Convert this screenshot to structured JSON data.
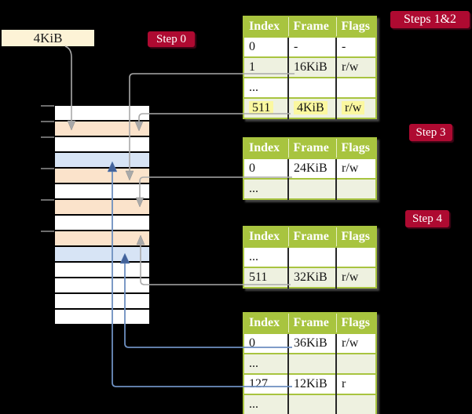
{
  "scene": {
    "size_label": "4KiB",
    "badges": {
      "step0": "Step 0",
      "steps12": "Steps 1&2",
      "step3": "Step 3",
      "step4": "Step 4"
    },
    "memory_rows": [
      "white",
      "orange",
      "white",
      "blue",
      "orange",
      "white",
      "orange",
      "white",
      "orange",
      "blue",
      "white",
      "white",
      "white",
      "white"
    ],
    "tables": [
      {
        "title": "page table referenced in steps 1 and 2",
        "headers": [
          "Index",
          "Frame",
          "Flags"
        ],
        "rows": [
          {
            "cells": [
              "0",
              "-",
              "-"
            ],
            "shade": false,
            "highlight": false
          },
          {
            "cells": [
              "1",
              "16KiB",
              "r/w"
            ],
            "shade": true,
            "highlight": false
          },
          {
            "cells": [
              "...",
              "",
              ""
            ],
            "shade": false,
            "highlight": false
          },
          {
            "cells": [
              "511",
              "4KiB",
              "r/w"
            ],
            "shade": true,
            "highlight": true
          }
        ]
      },
      {
        "title": "page table referenced in step 3",
        "headers": [
          "Index",
          "Frame",
          "Flags"
        ],
        "rows": [
          {
            "cells": [
              "0",
              "24KiB",
              "r/w"
            ],
            "shade": false,
            "highlight": false
          },
          {
            "cells": [
              "...",
              "",
              ""
            ],
            "shade": true,
            "highlight": false
          }
        ]
      },
      {
        "title": "page table referenced in step 4",
        "headers": [
          "Index",
          "Frame",
          "Flags"
        ],
        "rows": [
          {
            "cells": [
              "...",
              "",
              ""
            ],
            "shade": false,
            "highlight": false
          },
          {
            "cells": [
              "511",
              "32KiB",
              "r/w"
            ],
            "shade": true,
            "highlight": false
          }
        ]
      },
      {
        "title": "final level page table",
        "headers": [
          "Index",
          "Frame",
          "Flags"
        ],
        "rows": [
          {
            "cells": [
              "0",
              "36KiB",
              "r/w"
            ],
            "shade": false,
            "highlight": false
          },
          {
            "cells": [
              "...",
              "",
              ""
            ],
            "shade": true,
            "highlight": false
          },
          {
            "cells": [
              "127",
              "12KiB",
              "r"
            ],
            "shade": false,
            "highlight": false
          },
          {
            "cells": [
              "...",
              "",
              ""
            ],
            "shade": true,
            "highlight": false
          }
        ]
      }
    ],
    "colors": {
      "background": "#000000",
      "badge_red": "#ae0a31",
      "size_label_cream": "#fdf3d6",
      "table_header_green": "#a8c43f",
      "table_row_shade": "#eef1e0",
      "highlight_yellow": "#fbf8a0",
      "memory_frame_orange": "#fbe3cb",
      "memory_frame_blue": "#d7e4f5",
      "connector_gray": "#a9a9a9",
      "connector_blue": "#6d8fc0"
    }
  }
}
